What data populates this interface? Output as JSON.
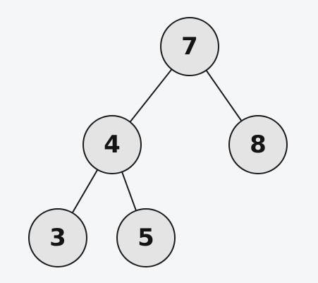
{
  "tree": {
    "nodes": [
      {
        "id": "n7",
        "label": "7"
      },
      {
        "id": "n4",
        "label": "4"
      },
      {
        "id": "n8",
        "label": "8"
      },
      {
        "id": "n3",
        "label": "3"
      },
      {
        "id": "n5",
        "label": "5"
      }
    ],
    "edges": [
      {
        "from": "n7",
        "to": "n4"
      },
      {
        "from": "n7",
        "to": "n8"
      },
      {
        "from": "n4",
        "to": "n3"
      },
      {
        "from": "n4",
        "to": "n5"
      }
    ]
  }
}
